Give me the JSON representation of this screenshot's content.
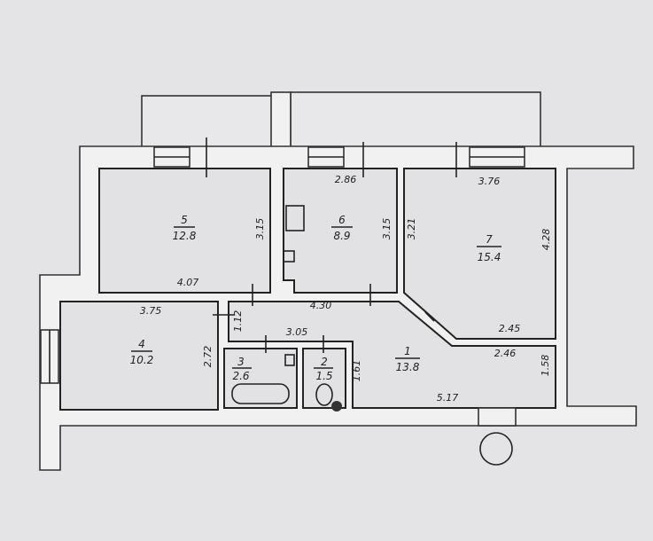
{
  "rooms": [
    {
      "id": "1",
      "area": "13.8"
    },
    {
      "id": "2",
      "area": "1.5"
    },
    {
      "id": "3",
      "area": "2.6"
    },
    {
      "id": "4",
      "area": "10.2"
    },
    {
      "id": "5",
      "area": "12.8"
    },
    {
      "id": "6",
      "area": "8.9"
    },
    {
      "id": "7",
      "area": "15.4"
    }
  ],
  "dimensions": {
    "r5_height": "3.15",
    "r5_width": "4.07",
    "r6_width": "2.86",
    "r6_height": "3.15",
    "r7_width": "3.76",
    "r7_left": "3.21",
    "r7_right": "4.28",
    "r7_bottom": "2.45",
    "r4_width": "3.75",
    "r4_height": "2.72",
    "hall_height": "1.12",
    "hall_width": "4.30",
    "hall_lower": "3.05",
    "r1_left": "1.61",
    "r1_top": "2.46",
    "r1_right": "1.58",
    "r1_bottom": "5.17"
  }
}
